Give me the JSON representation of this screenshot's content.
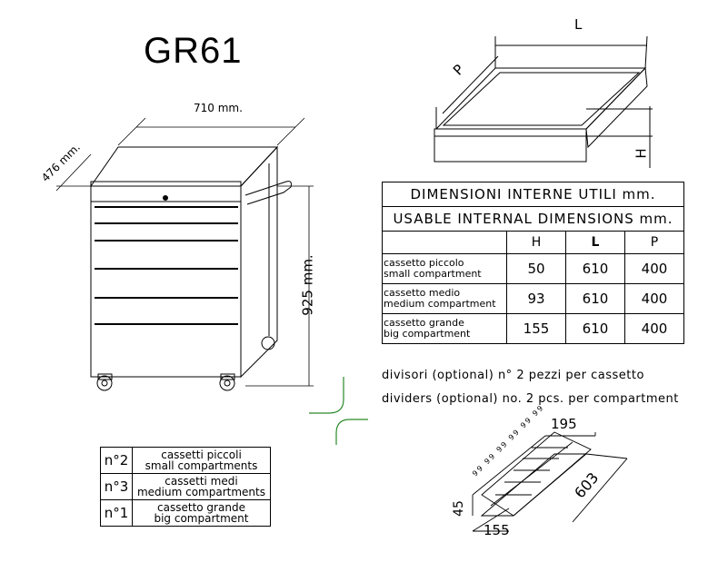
{
  "title": "GR61",
  "cart_dims": {
    "width": "710 mm.",
    "depth": "476 mm.",
    "height": "925 mm."
  },
  "drawer_labels": {
    "L": "L",
    "P": "P",
    "H": "H"
  },
  "dimensions_table": {
    "title_it": "DIMENSIONI INTERNE UTILI mm.",
    "title_en": "USABLE INTERNAL DIMENSIONS mm.",
    "headers": [
      "",
      "H",
      "L",
      "P"
    ],
    "rows": [
      {
        "it": "cassetto piccolo",
        "en": "small compartment",
        "H": "50",
        "L": "610",
        "P": "400"
      },
      {
        "it": "cassetto medio",
        "en": "medium compartment",
        "H": "93",
        "L": "610",
        "P": "400"
      },
      {
        "it": "cassetto grande",
        "en": "big compartment",
        "H": "155",
        "L": "610",
        "P": "400"
      }
    ]
  },
  "dividers_note": {
    "it": "divisori (optional) n° 2 pezzi per cassetto",
    "en": "dividers (optional) no. 2 pcs. per compartment"
  },
  "divider_dims": {
    "width": "195",
    "length": "603",
    "height": "45",
    "base": "155",
    "spacing": [
      "99",
      "99",
      "99",
      "99",
      "99",
      "99"
    ]
  },
  "legend": [
    {
      "count": "n°2",
      "it": "cassetti piccoli",
      "en": "small compartments"
    },
    {
      "count": "n°3",
      "it": "cassetti medi",
      "en": "medium compartments"
    },
    {
      "count": "n°1",
      "it": "cassetto grande",
      "en": "big compartment"
    }
  ]
}
